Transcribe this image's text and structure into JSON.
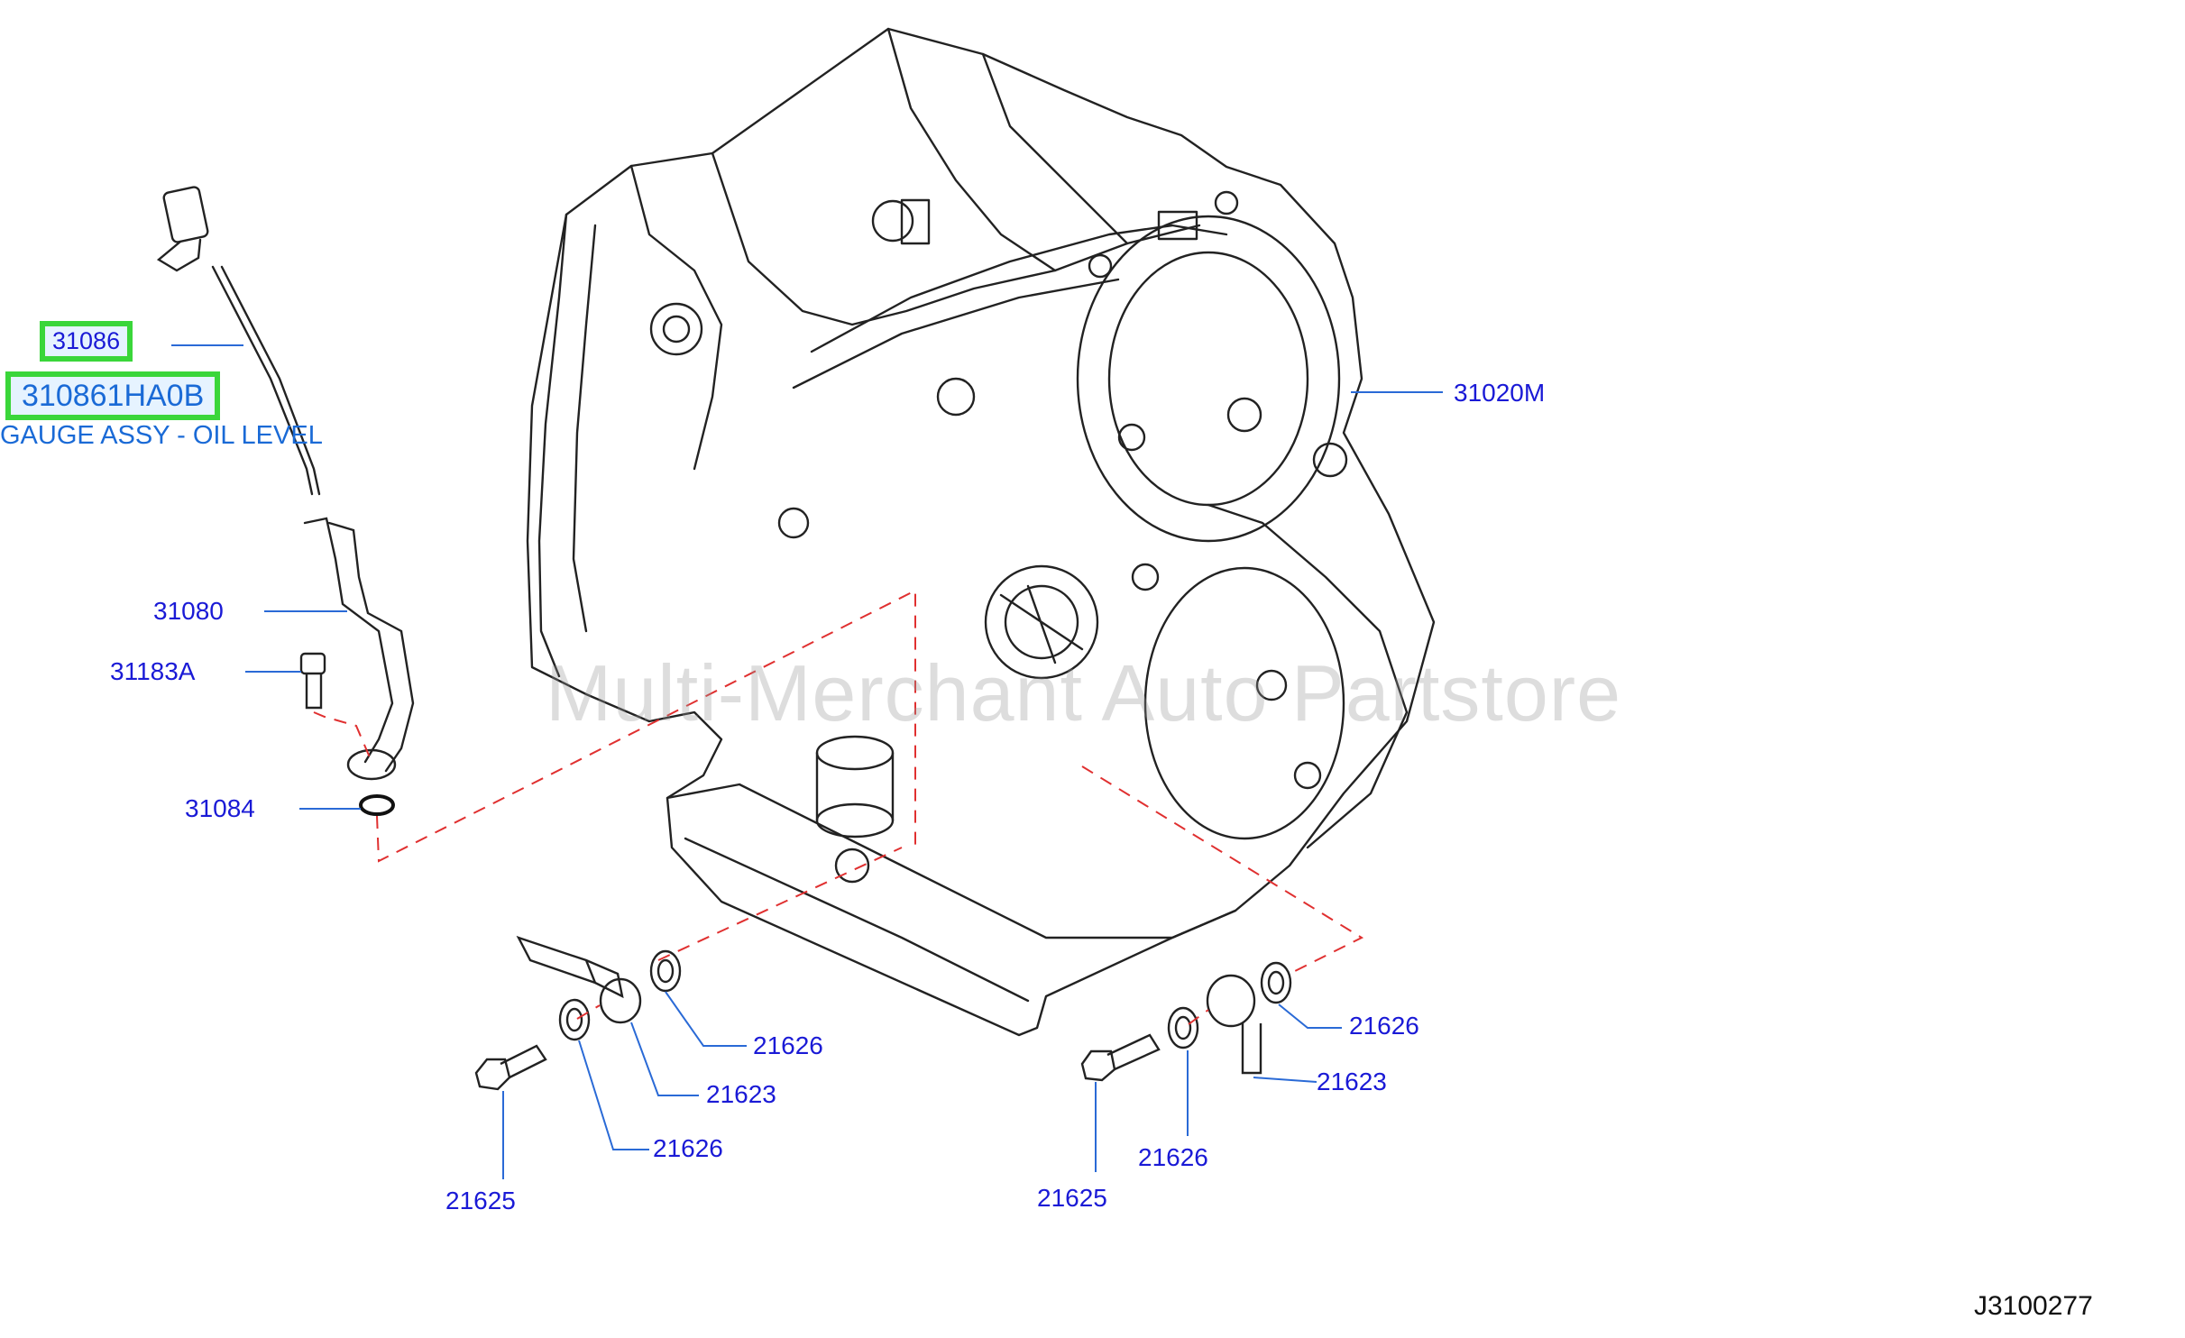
{
  "callouts": {
    "p31086": "31086",
    "p310861HA0B": "310861HA0B",
    "gauge_desc": "GAUGE ASSY - OIL LEVEL",
    "p31080": "31080",
    "p31183A": "31183A",
    "p31084": "31084",
    "p31020M": "31020M",
    "left_21626_a": "21626",
    "left_21623": "21623",
    "left_21626_b": "21626",
    "left_21625": "21625",
    "right_21626_a": "21626",
    "right_21623": "21623",
    "right_21626_b": "21626",
    "right_21625": "21625"
  },
  "diagram_ref": "J3100277",
  "watermark": "Multi-Merchant Auto Partstore",
  "colors": {
    "line_art": "#222222",
    "callout_text": "#1a1ad6",
    "leader": "#2a6ad6",
    "phantom_line": "#e03030",
    "highlight_border": "#3ad63a"
  }
}
